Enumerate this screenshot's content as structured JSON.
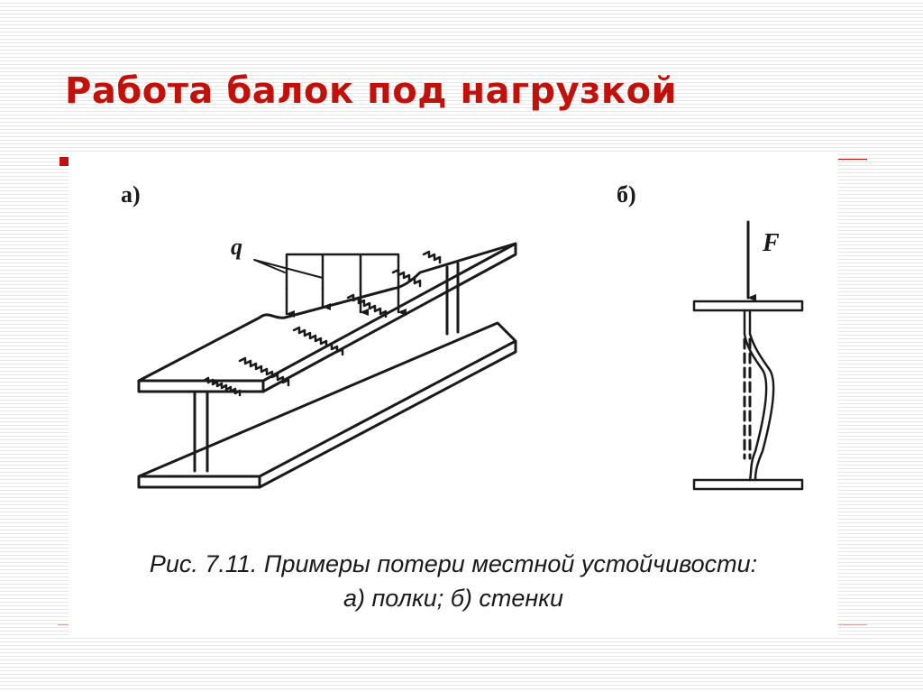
{
  "slide": {
    "title": "Работа балок под нагрузкой"
  },
  "figure": {
    "label_a": "а)",
    "label_b": "б)",
    "load_label_q": "q",
    "force_label_f": "F",
    "caption_line1": "Рис. 7.11. Примеры потери местной устойчивости:",
    "caption_line2": "а) полки; б) стенки"
  },
  "colors": {
    "title": "#c0110b",
    "bullet": "#c0110b",
    "ink": "#1a1a1a"
  }
}
